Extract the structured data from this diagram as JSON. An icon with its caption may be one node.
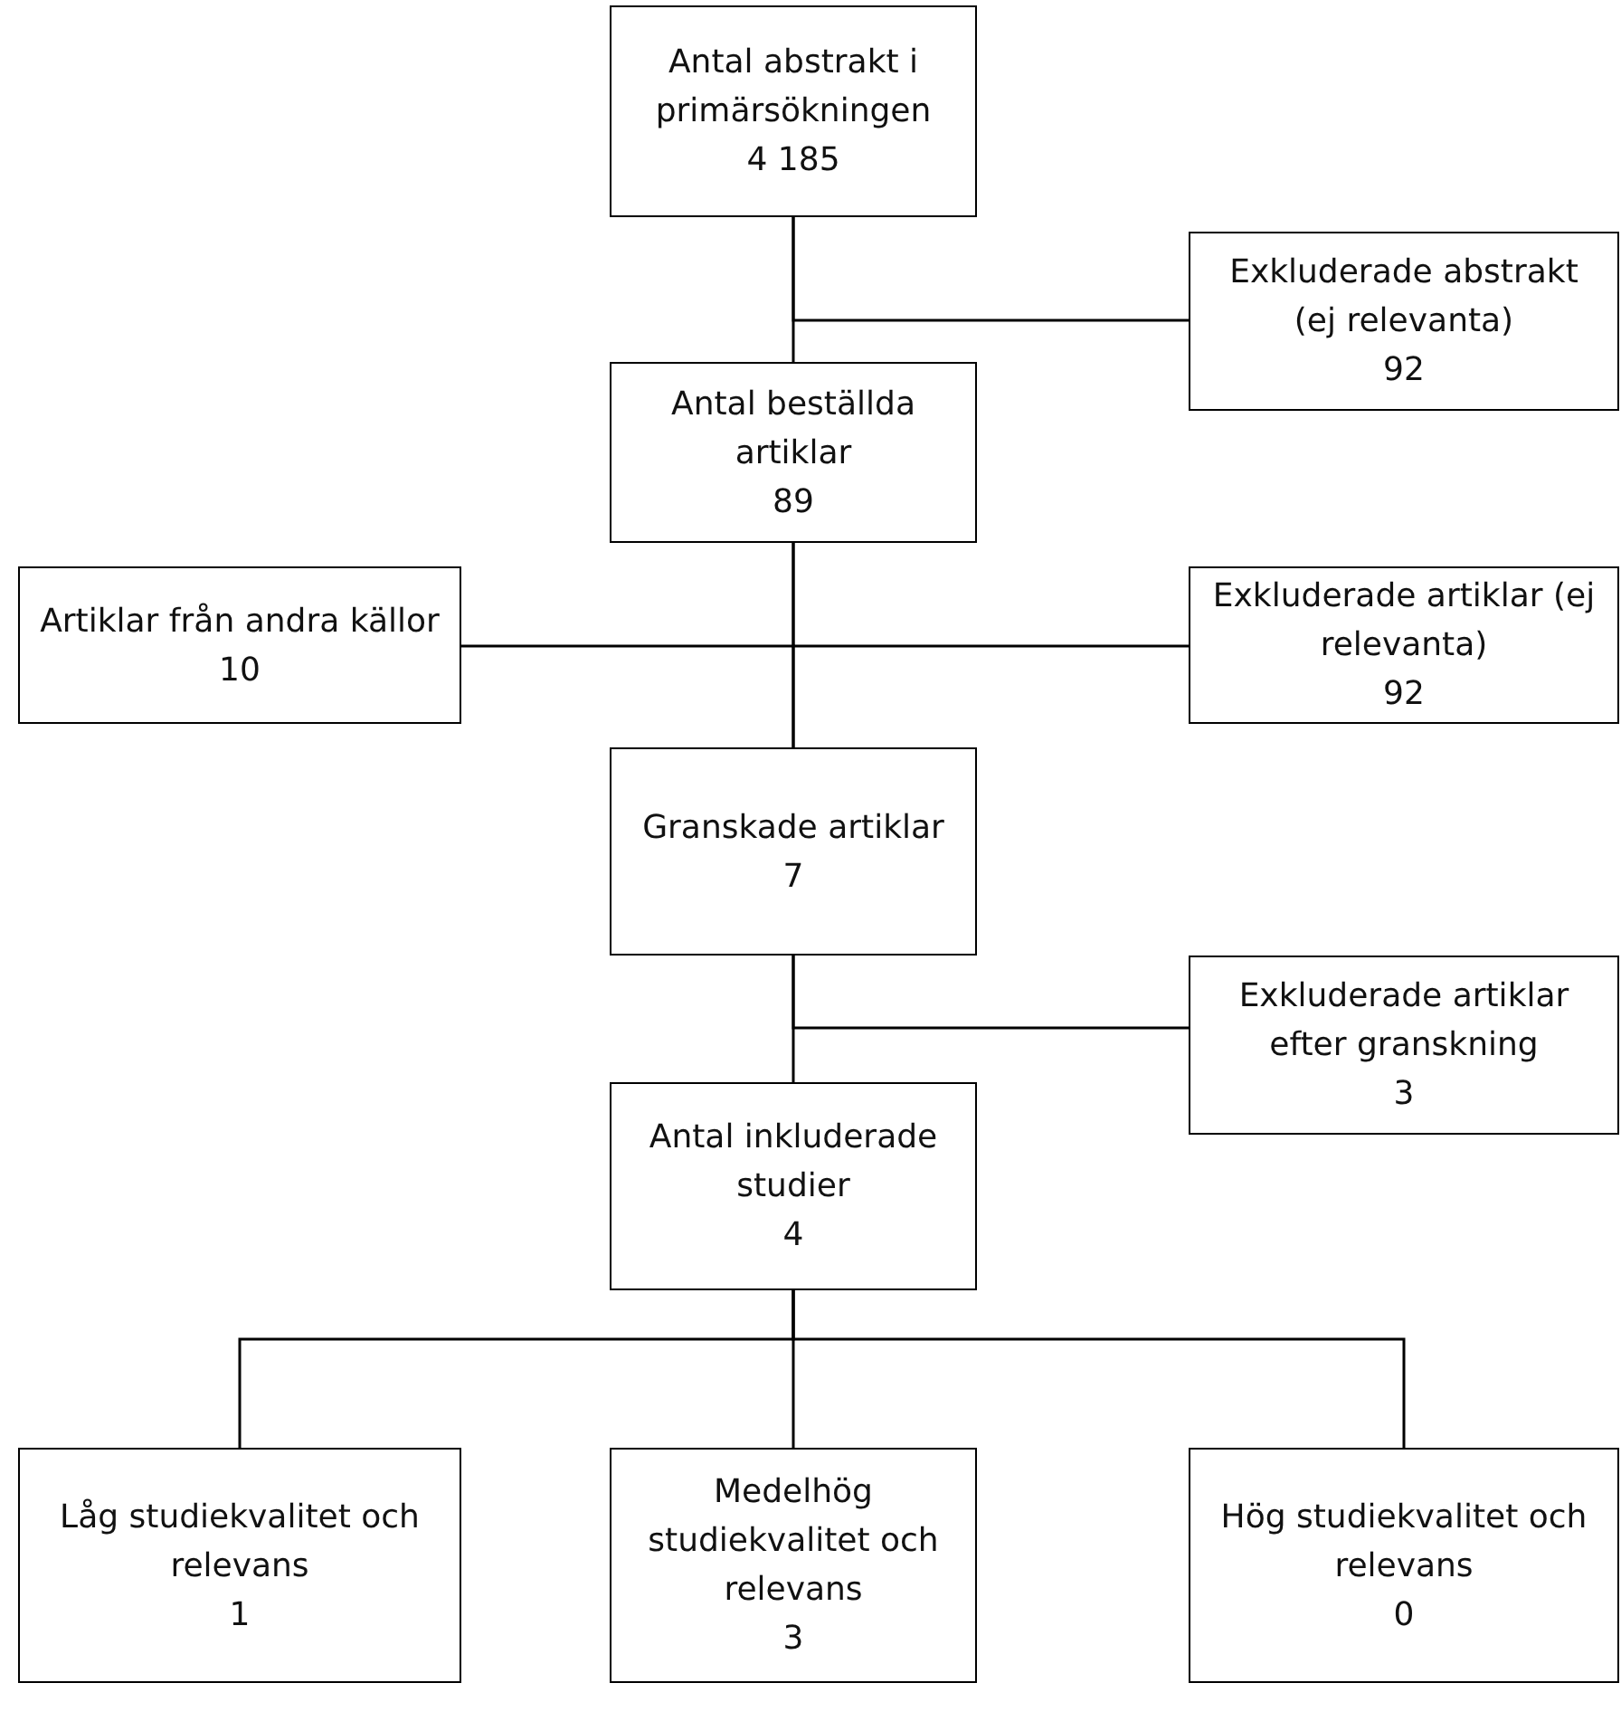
{
  "diagram": {
    "nodes": [
      {
        "text": [
          "Antal abstrakt i primärsökningen",
          "4 185"
        ]
      },
      {
        "text": [
          "Exkluderade abstrakt (ej relevanta)",
          "92"
        ]
      },
      {
        "text": [
          "Antal beställda artiklar",
          "89"
        ]
      },
      {
        "text": [
          "Artiklar från andra källor",
          "10"
        ]
      },
      {
        "text": [
          "Exkluderade artiklar (ej relevanta)",
          "92"
        ]
      },
      {
        "text": [
          "Granskade artiklar",
          "7"
        ]
      },
      {
        "text": [
          "Exkluderade artiklar efter granskning",
          "3"
        ]
      },
      {
        "text": [
          "Antal inkluderade studier",
          "4"
        ]
      },
      {
        "text": [
          "Låg studiekvalitet och relevans",
          "1"
        ]
      },
      {
        "text": [
          "Medelhög studiekvalitet och relevans",
          "3"
        ]
      },
      {
        "text": [
          "Hög studiekvalitet och relevans",
          "0"
        ]
      }
    ],
    "edges": [
      {
        "from": 0,
        "to": 2,
        "arrow": "none"
      },
      {
        "from": 0,
        "to": 1,
        "arrow": "none"
      },
      {
        "from": 2,
        "to": 5,
        "arrow": "none"
      },
      {
        "from": 3,
        "to": 5,
        "arrow": "none"
      },
      {
        "from": 2,
        "to": 4,
        "arrow": "none"
      },
      {
        "from": 5,
        "to": 7,
        "arrow": "none"
      },
      {
        "from": 5,
        "to": 6,
        "arrow": "none"
      },
      {
        "from": 7,
        "to": 8,
        "arrow": "none"
      },
      {
        "from": 7,
        "to": 9,
        "arrow": "none"
      },
      {
        "from": 7,
        "to": 10,
        "arrow": "none"
      }
    ]
  }
}
